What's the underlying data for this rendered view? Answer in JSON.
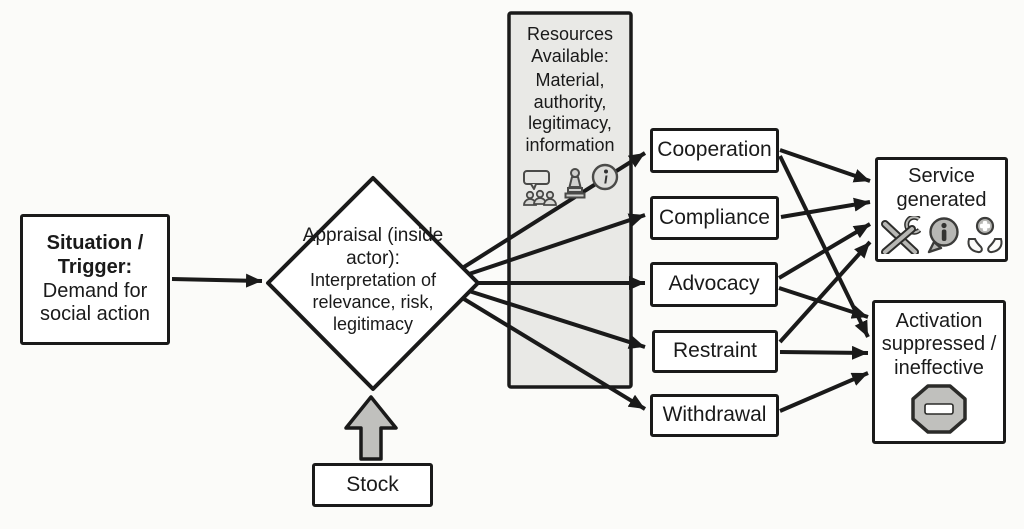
{
  "diagram": {
    "trigger": {
      "title": "Situation / Trigger:",
      "body": "Demand for social action"
    },
    "appraisal": {
      "title": "Appraisal (inside actor):",
      "body": "Interpretation of relevance, risk, legitimacy"
    },
    "stock": {
      "label": "Stock"
    },
    "resources": {
      "title": "Resources Available:",
      "body": "Material, authority, legitimacy, information",
      "icons": [
        "group-discussion-icon",
        "authority-figure-icon",
        "information-icon"
      ]
    },
    "responses": [
      {
        "id": "cooperation",
        "label": "Cooperation"
      },
      {
        "id": "compliance",
        "label": "Compliance"
      },
      {
        "id": "advocacy",
        "label": "Advocacy"
      },
      {
        "id": "restraint",
        "label": "Restraint"
      },
      {
        "id": "withdrawal",
        "label": "Withdrawal"
      }
    ],
    "outcomes": [
      {
        "id": "service-generated",
        "label": "Service generated",
        "icons": [
          "crossed-tools-icon",
          "info-speech-bubble-icon",
          "hands-holding-plus-icon"
        ]
      },
      {
        "id": "activation-suppressed",
        "label": "Activation suppressed / ineffective",
        "icons": [
          "no-entry-octagon-icon"
        ]
      }
    ],
    "edges": [
      {
        "from": "situation-trigger",
        "to": "appraisal"
      },
      {
        "from": "stock",
        "to": "appraisal"
      },
      {
        "from": "appraisal",
        "to": "cooperation"
      },
      {
        "from": "appraisal",
        "to": "compliance"
      },
      {
        "from": "appraisal",
        "to": "advocacy"
      },
      {
        "from": "appraisal",
        "to": "restraint"
      },
      {
        "from": "appraisal",
        "to": "withdrawal"
      },
      {
        "from": "cooperation",
        "to": "service-generated"
      },
      {
        "from": "cooperation",
        "to": "activation-suppressed"
      },
      {
        "from": "compliance",
        "to": "service-generated"
      },
      {
        "from": "advocacy",
        "to": "service-generated"
      },
      {
        "from": "advocacy",
        "to": "activation-suppressed"
      },
      {
        "from": "restraint",
        "to": "service-generated"
      },
      {
        "from": "restraint",
        "to": "activation-suppressed"
      },
      {
        "from": "withdrawal",
        "to": "activation-suppressed"
      }
    ],
    "colors": {
      "ink": "#1a1a1a",
      "panel_fill": "#e9e9e6",
      "block_arrow_fill": "#c0c0bd",
      "octagon_fill": "#b7b7b4",
      "background": "#fbfbf9"
    }
  }
}
